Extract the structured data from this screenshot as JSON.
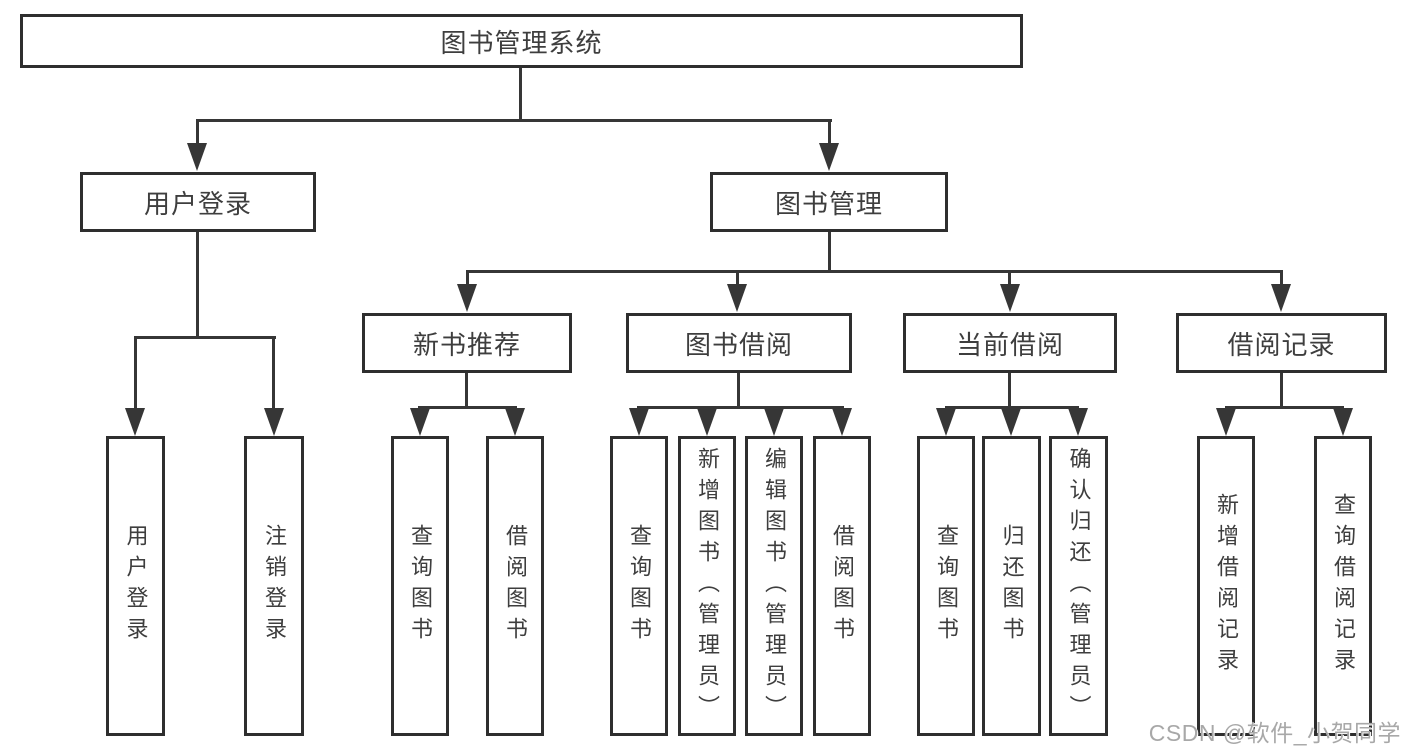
{
  "diagram": {
    "root": {
      "label": "图书管理系统"
    },
    "level2": {
      "user_login": {
        "label": "用户登录"
      },
      "book_mgmt": {
        "label": "图书管理"
      }
    },
    "level3": {
      "new_books": {
        "label": "新书推荐"
      },
      "book_borrow": {
        "label": "图书借阅"
      },
      "current_borrow": {
        "label": "当前借阅"
      },
      "borrow_records": {
        "label": "借阅记录"
      }
    },
    "leaves": {
      "user_login": [
        "用户登录",
        "注销登录"
      ],
      "new_books": [
        "查询图书",
        "借阅图书"
      ],
      "book_borrow": [
        "查询图书",
        "新增图书（管理员）",
        "编辑图书（管理员）",
        "借阅图书"
      ],
      "current_borrow": [
        "查询图书",
        "归还图书",
        "确认归还（管理员）"
      ],
      "borrow_records": [
        "新增借阅记录",
        "查询借阅记录"
      ]
    }
  },
  "watermark": "CSDN @软件_小贺同学",
  "colors": {
    "line": "#363636",
    "border": "#2e2e2e",
    "text": "#3e3e3e",
    "watermark": "#a8a8a8",
    "background": "#ffffff"
  }
}
